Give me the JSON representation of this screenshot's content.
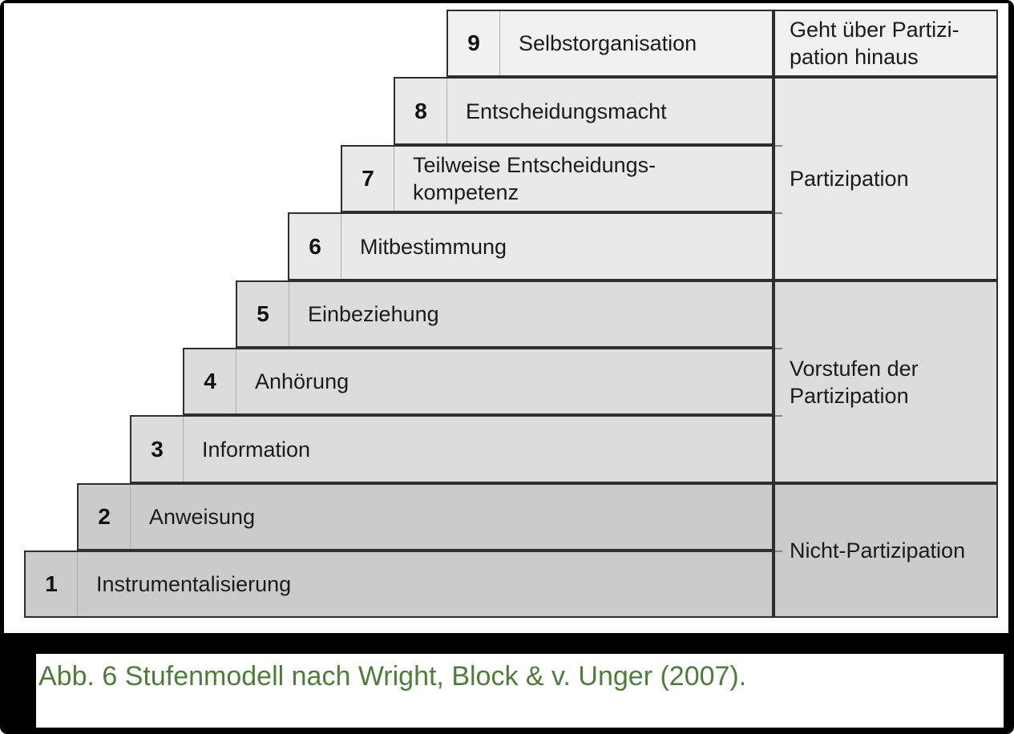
{
  "figure": {
    "caption": "Abb. 6 Stufenmodell nach Wright, Block & v. Unger (2007)."
  },
  "steps": [
    {
      "number": "9",
      "lines": [
        "Selbstorganisation"
      ],
      "tier": "beyond"
    },
    {
      "number": "8",
      "lines": [
        "Entscheidungsmacht"
      ],
      "tier": "partizipation"
    },
    {
      "number": "7",
      "lines": [
        "Teilweise Entscheidungs-",
        "kompetenz"
      ],
      "tier": "partizipation"
    },
    {
      "number": "6",
      "lines": [
        "Mitbestimmung"
      ],
      "tier": "partizipation"
    },
    {
      "number": "5",
      "lines": [
        "Einbeziehung"
      ],
      "tier": "vorstufen"
    },
    {
      "number": "4",
      "lines": [
        "Anhörung"
      ],
      "tier": "vorstufen"
    },
    {
      "number": "3",
      "lines": [
        "Information"
      ],
      "tier": "vorstufen"
    },
    {
      "number": "2",
      "lines": [
        "Anweisung"
      ],
      "tier": "nicht"
    },
    {
      "number": "1",
      "lines": [
        "Instrumentalisierung"
      ],
      "tier": "nicht"
    }
  ],
  "categories": [
    {
      "lines": [
        "Geht über Partizi-",
        "pation hinaus"
      ],
      "tier": "beyond",
      "steps_covered": [
        9
      ]
    },
    {
      "lines": [
        "Partizipation"
      ],
      "tier": "partizipation",
      "steps_covered": [
        6,
        7,
        8
      ]
    },
    {
      "lines": [
        "Vorstufen der",
        "Partizipation"
      ],
      "tier": "vorstufen",
      "steps_covered": [
        3,
        4,
        5
      ]
    },
    {
      "lines": [
        "Nicht-Partizipation"
      ],
      "tier": "nicht",
      "steps_covered": [
        1,
        2
      ]
    }
  ],
  "colors": {
    "caption_text": "#4f7c3b",
    "border": "#2e2e2e",
    "tiers": {
      "beyond": "#f1f1f0",
      "partizipation": "#e9e9e8",
      "vorstufen": "#dcdcdb",
      "nicht": "#cbcbca"
    }
  }
}
